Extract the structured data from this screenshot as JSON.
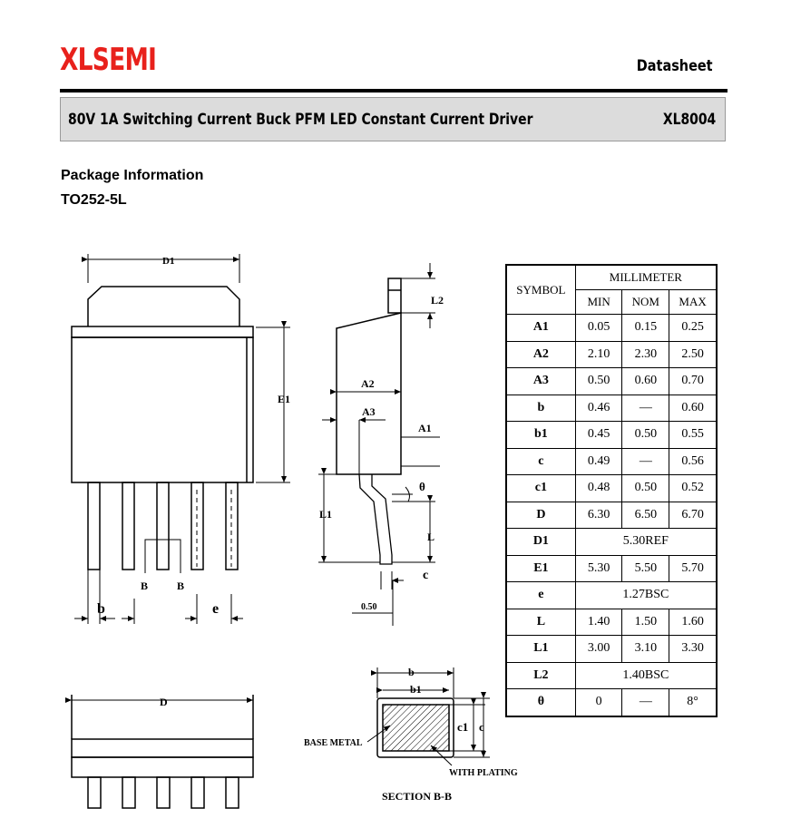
{
  "header": {
    "brand": "XLSEMI",
    "doc_type": "Datasheet",
    "title": "80V 1A Switching Current Buck PFM LED Constant Current Driver",
    "part_number": "XL8004"
  },
  "section": {
    "heading": "Package Information",
    "package": "TO252-5L"
  },
  "drawing_labels": {
    "d1": "D1",
    "e1": "E1",
    "b": "b",
    "e": "e",
    "b_sec1": "B",
    "b_sec2": "B",
    "d": "D",
    "a2": "A2",
    "a3": "A3",
    "a1": "A1",
    "l2": "L2",
    "l1": "L1",
    "l": "L",
    "theta": "θ",
    "c": "c",
    "pitch": "0.50",
    "sec_b": "b",
    "sec_b1": "b1",
    "sec_c1": "c1",
    "sec_c": "c",
    "base_metal": "BASE METAL",
    "with_plating": "WITH PLATING",
    "section_title": "SECTION B-B"
  },
  "dimension_table": {
    "symbol_header": "SYMBOL",
    "unit_header": "MILLIMETER",
    "columns": [
      "MIN",
      "NOM",
      "MAX"
    ],
    "rows": [
      {
        "symbol": "A1",
        "min": "0.05",
        "nom": "0.15",
        "max": "0.25"
      },
      {
        "symbol": "A2",
        "min": "2.10",
        "nom": "2.30",
        "max": "2.50"
      },
      {
        "symbol": "A3",
        "min": "0.50",
        "nom": "0.60",
        "max": "0.70"
      },
      {
        "symbol": "b",
        "min": "0.46",
        "nom": "—",
        "max": "0.60"
      },
      {
        "symbol": "b1",
        "min": "0.45",
        "nom": "0.50",
        "max": "0.55"
      },
      {
        "symbol": "c",
        "min": "0.49",
        "nom": "—",
        "max": "0.56"
      },
      {
        "symbol": "c1",
        "min": "0.48",
        "nom": "0.50",
        "max": "0.52"
      },
      {
        "symbol": "D",
        "min": "6.30",
        "nom": "6.50",
        "max": "6.70"
      },
      {
        "symbol": "D1",
        "ref": "5.30REF"
      },
      {
        "symbol": "E1",
        "min": "5.30",
        "nom": "5.50",
        "max": "5.70"
      },
      {
        "symbol": "e",
        "ref": "1.27BSC"
      },
      {
        "symbol": "L",
        "min": "1.40",
        "nom": "1.50",
        "max": "1.60"
      },
      {
        "symbol": "L1",
        "min": "3.00",
        "nom": "3.10",
        "max": "3.30"
      },
      {
        "symbol": "L2",
        "ref": "1.40BSC"
      },
      {
        "symbol": "θ",
        "min": "0",
        "nom": "—",
        "max": "8°"
      }
    ]
  }
}
